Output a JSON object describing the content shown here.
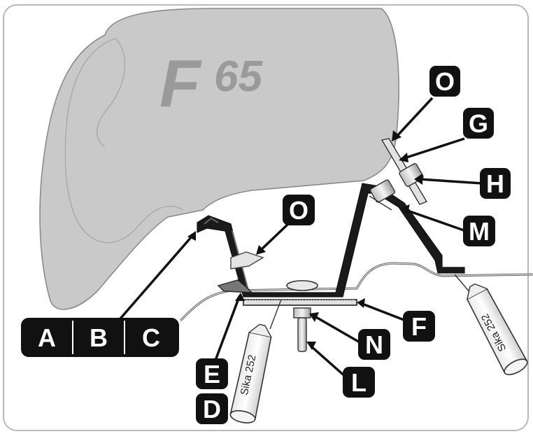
{
  "brand": {
    "letter": "F",
    "number": "65"
  },
  "labels": {
    "o_top": "O",
    "g": "G",
    "h": "H",
    "o_mid": "O",
    "m": "M",
    "a": "A",
    "b": "B",
    "c": "C",
    "e": "E",
    "d": "D",
    "f": "F",
    "n": "N",
    "l": "L"
  },
  "sealant": {
    "left": "Sika 252",
    "right": "Sika 252"
  },
  "colors": {
    "awning_body": "#c9c9c9",
    "awning_outline": "#8a8a8a",
    "label_bg": "#111111",
    "label_text": "#ffffff",
    "bracket": "#1a1a1a",
    "frame_border": "#b8b8b8"
  }
}
